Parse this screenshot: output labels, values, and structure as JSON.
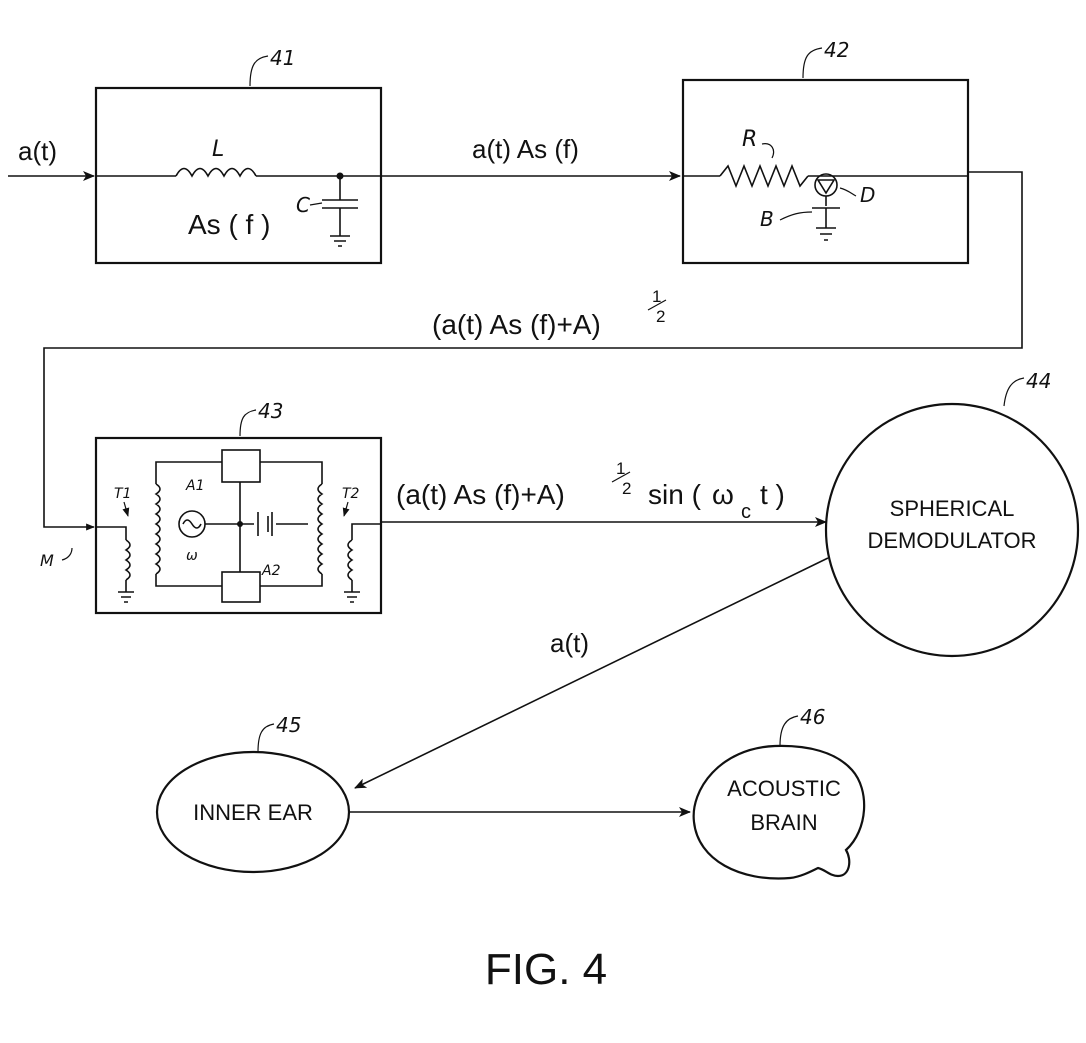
{
  "signals": {
    "input": "a(t)",
    "after_41": "a(t) As (f)",
    "after_42_base": "(a(t) As (f)+A)",
    "after_42_exp_num": "1",
    "after_42_exp_den": "2",
    "after_43_base": "(a(t) As (f)+A)",
    "after_43_exp_num": "1",
    "after_43_exp_den": "2",
    "after_43_sin": "sin (",
    "after_43_omega": "ω",
    "after_43_sub": "c",
    "after_43_tail": "t )",
    "after_44": "a(t)"
  },
  "blocks": {
    "b41": {
      "ref": "41",
      "inductor_label": "L",
      "capacitor_label": "C",
      "function_label": "As ( f )"
    },
    "b42": {
      "ref": "42",
      "resistor_label": "R",
      "diode_label": "D",
      "battery_label": "B"
    },
    "b43": {
      "ref": "43",
      "t1_label": "T1",
      "t2_label": "T2",
      "a1_label": "A1",
      "a2_label": "A2",
      "osc_label": "ω",
      "input_label": "M"
    },
    "b44": {
      "ref": "44",
      "line1": "SPHERICAL",
      "line2": "DEMODULATOR"
    },
    "b45": {
      "ref": "45",
      "label": "INNER EAR"
    },
    "b46": {
      "ref": "46",
      "line1": "ACOUSTIC",
      "line2": "BRAIN"
    }
  },
  "figure_label": "FIG. 4"
}
